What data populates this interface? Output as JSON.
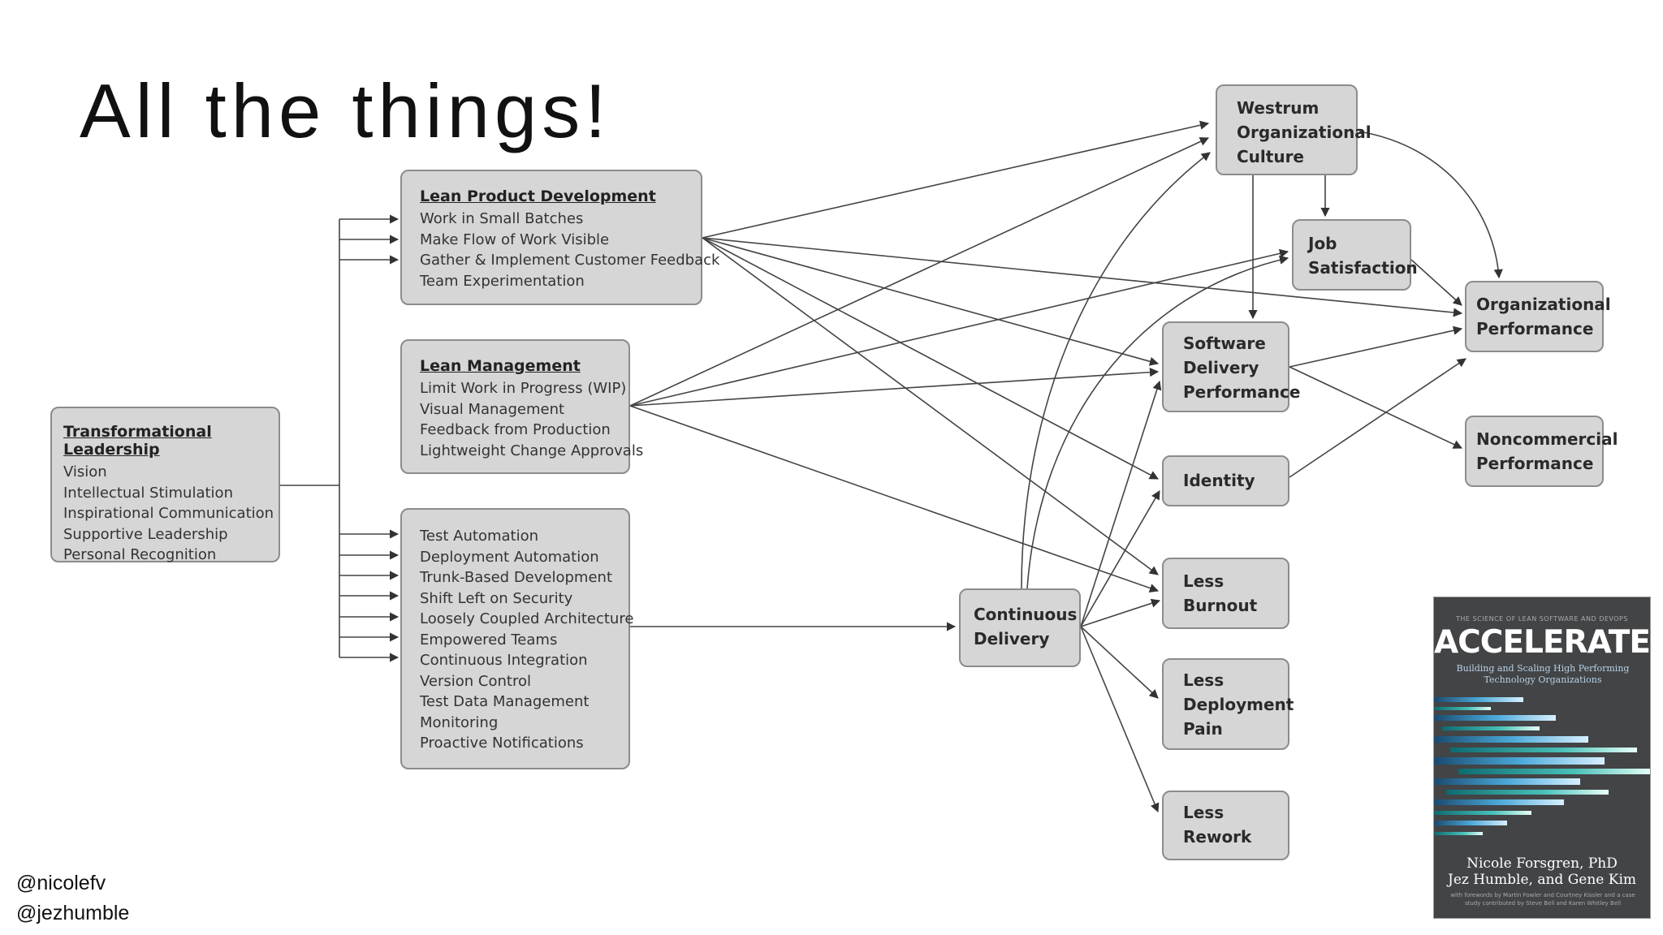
{
  "slide": {
    "title": "All the things!",
    "handles": [
      "@nicolefv",
      "@jezhumble"
    ]
  },
  "diagram": {
    "transformational_leadership": {
      "heading": "Transformational Leadership",
      "items": [
        "Vision",
        "Intellectual Stimulation",
        "Inspirational Communication",
        "Supportive Leadership",
        "Personal Recognition"
      ]
    },
    "lean_product_development": {
      "heading": "Lean Product Development",
      "items": [
        "Work in Small Batches",
        "Make Flow of Work Visible",
        "Gather & Implement Customer Feedback",
        "Team Experimentation"
      ]
    },
    "lean_management": {
      "heading": "Lean Management",
      "items": [
        "Limit Work in Progress (WIP)",
        "Visual Management",
        "Feedback from Production",
        "Lightweight Change Approvals"
      ]
    },
    "technical_practices": {
      "items": [
        "Test Automation",
        "Deployment Automation",
        "Trunk-Based Development",
        "Shift Left on Security",
        "Loosely Coupled Architecture",
        "Empowered Teams",
        "Continuous Integration",
        "Version Control",
        "Test Data Management",
        "Monitoring",
        "Proactive Notifications"
      ]
    },
    "continuous_delivery": "Continuous\nDelivery",
    "westrum_culture": "Westrum\nOrganizational\nCulture",
    "job_satisfaction": "Job\nSatisfaction",
    "software_delivery_performance": "Software\nDelivery\nPerformance",
    "identity": "Identity",
    "less_burnout": "Less\nBurnout",
    "less_deployment_pain": "Less\nDeployment\nPain",
    "less_rework": "Less\nRework",
    "organizational_performance": "Organizational\nPerformance",
    "noncommercial_performance": "Noncommercial\nPerformance",
    "colors": {
      "box_fill": "#d6d6d6",
      "box_border": "#8c8c8c",
      "arrow": "#333333"
    }
  },
  "book": {
    "series": "THE SCIENCE OF LEAN SOFTWARE AND DEVOPS",
    "title": "ACCELERATE",
    "subtitle": "Building and Scaling High Performing Technology Organizations",
    "authors": "Nicole Forsgren, PhD\nJez Humble, and Gene Kim",
    "credits": "with forewords by Martin Fowler and Courtney Kissler and a case study contributed by Steve Bell and Karen Whitley Bell"
  }
}
